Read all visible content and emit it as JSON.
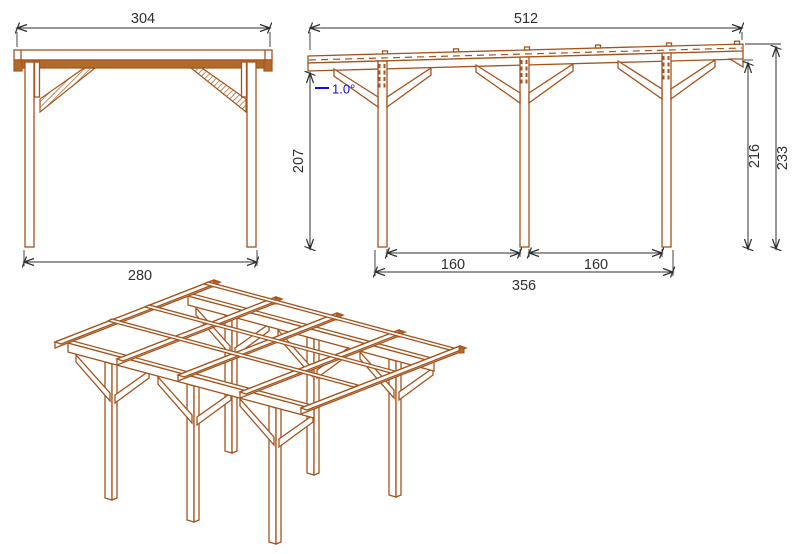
{
  "colors": {
    "wood": "#a5531d",
    "wood_fill": "#b26a2b",
    "dim": "#2f2f2f",
    "slope": "#0f0fe8",
    "bg": "#ffffff"
  },
  "front_view": {
    "dim_overall_width": "304",
    "dim_post_span": "280"
  },
  "side_view": {
    "dim_overall_length": "512",
    "dim_height_left": "207",
    "dim_height_beam_right": "216",
    "dim_height_roof_right": "233",
    "dim_bay_1": "160",
    "dim_bay_2": "160",
    "dim_post_span": "356",
    "slope_label": "1.0°"
  }
}
